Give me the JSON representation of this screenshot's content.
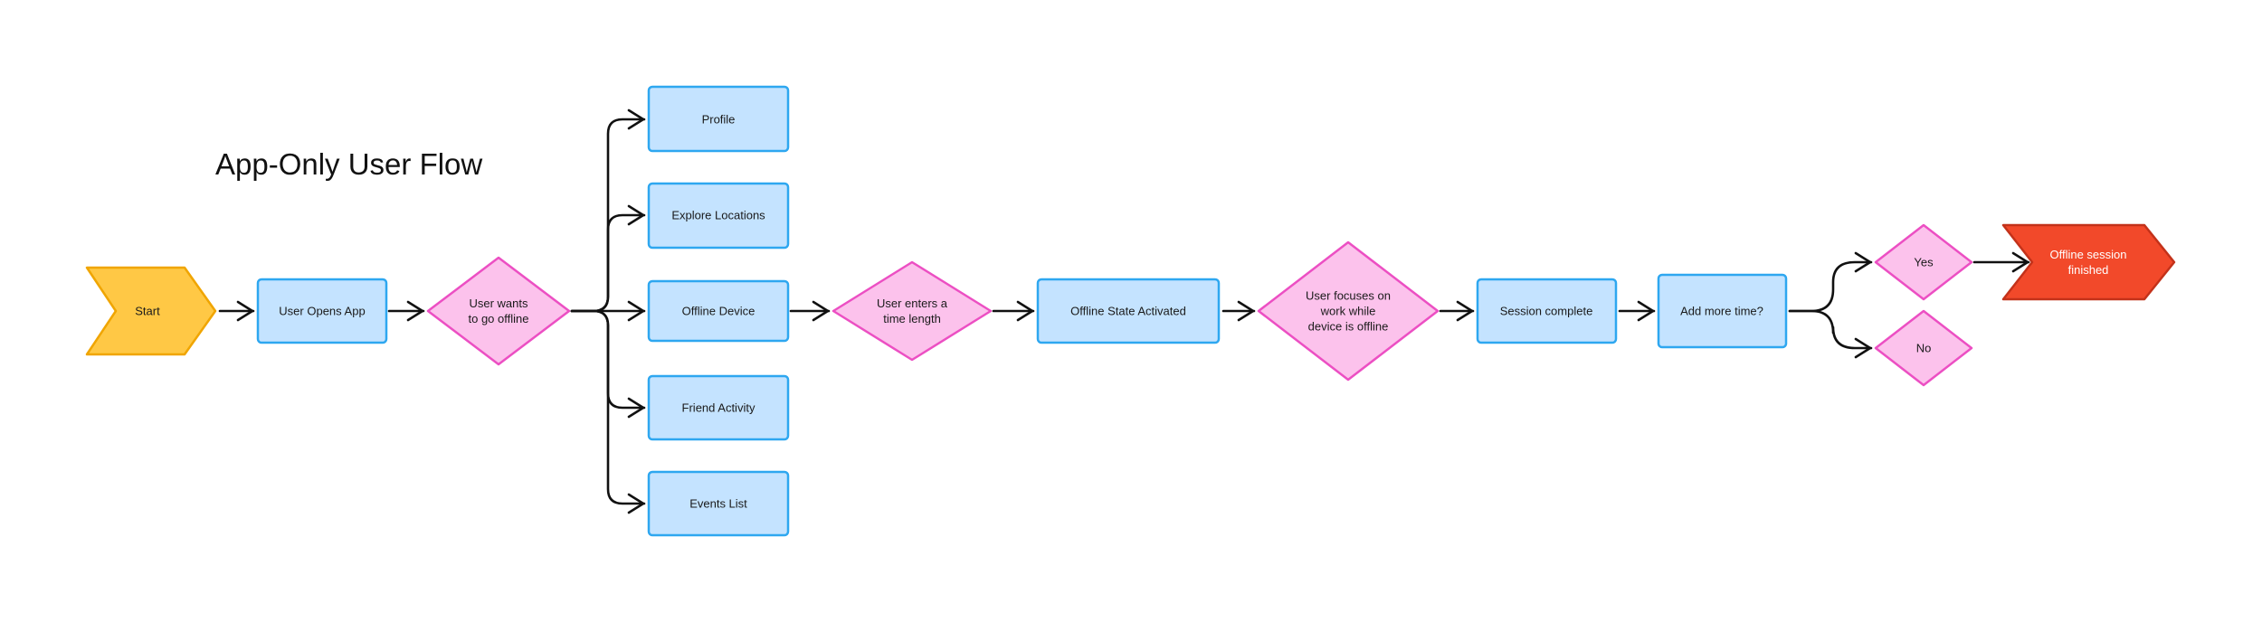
{
  "title": "App-Only User Flow",
  "colors": {
    "process_fill": "#c4e3ff",
    "process_stroke": "#2ea7f0",
    "decision_fill": "#fcc2ec",
    "decision_stroke": "#ec4fc3",
    "start_fill": "#ffc845",
    "start_stroke": "#f0a500",
    "end_fill": "#f2492a",
    "end_stroke": "#c3321a",
    "connector": "#111111"
  },
  "nodes": {
    "start": {
      "label": [
        "Start"
      ]
    },
    "user_opens_app": {
      "label": [
        "User Opens App"
      ]
    },
    "wants_offline": {
      "label": [
        "User wants",
        "to go offline"
      ]
    },
    "profile": {
      "label": [
        "Profile"
      ]
    },
    "explore_locations": {
      "label": [
        "Explore Locations"
      ]
    },
    "offline_device": {
      "label": [
        "Offline Device"
      ]
    },
    "friend_activity": {
      "label": [
        "Friend Activity"
      ]
    },
    "events_list": {
      "label": [
        "Events List"
      ]
    },
    "enters_time": {
      "label": [
        "User enters a",
        "time length"
      ]
    },
    "offline_state": {
      "label": [
        "Offline State Activated"
      ]
    },
    "focuses": {
      "label": [
        "User focuses on",
        "work while",
        "device is offline"
      ]
    },
    "session_complete": {
      "label": [
        "Session complete"
      ]
    },
    "add_more_time": {
      "label": [
        "Add more time?"
      ]
    },
    "yes": {
      "label": [
        "Yes"
      ]
    },
    "no": {
      "label": [
        "No"
      ]
    },
    "finished": {
      "label": [
        "Offline session",
        "finished"
      ]
    }
  }
}
